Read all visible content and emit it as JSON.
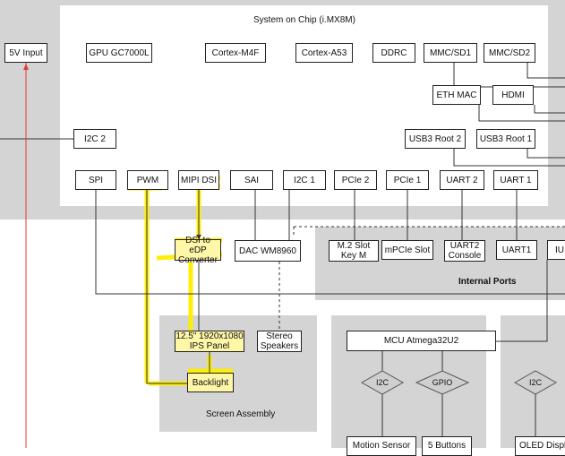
{
  "regions": {
    "soc_title": "System on Chip (i.MX8M)",
    "internal_ports_title": "Internal Ports",
    "screen_assembly_title": "Screen Assembly"
  },
  "blocks": {
    "power_input": "5V Input",
    "gpu": "GPU GC7000L",
    "cortex_m4f": "Cortex-M4F",
    "cortex_a53": "Cortex-A53",
    "ddrc": "DDRC",
    "mmc_sd1": "MMC/SD1",
    "mmc_sd2": "MMC/SD2",
    "eth_mac": "ETH MAC",
    "hdmi": "HDMI",
    "i2c_2": "I2C 2",
    "usb3_root_2": "USB3 Root 2",
    "usb3_root_1": "USB3 Root 1",
    "spi": "SPI",
    "pwm": "PWM",
    "mipi_dsi": "MIPI DSI",
    "sai": "SAI",
    "i2c_1": "I2C 1",
    "pcie_2": "PCIe 2",
    "pcie_1": "PCIe 1",
    "uart_2": "UART 2",
    "uart_1": "UART 1",
    "dsi_to_edp": "DSI to eDP\nConverter",
    "dac": "DAC WM8960",
    "m2_slot": "M.2 Slot\nKey M",
    "mpcie_slot": "mPCIe Slot",
    "uart2_console": "UART2\nConsole",
    "uart1_port": "UART1",
    "iu_cut": "IU",
    "panel": "12.5\" 1920x1080\nIPS Panel",
    "speakers": "Stereo\nSpeakers",
    "backlight": "Backlight",
    "mcu": "MCU Atmega32U2",
    "motion_sensor": "Motion Sensor",
    "buttons": "5 Buttons",
    "oled_display": "OLED Displa"
  },
  "diamonds": {
    "i2c_left": "I2C",
    "gpio": "GPIO",
    "i2c_right": "I2C"
  },
  "colors": {
    "region_gray": "#d4d4d4",
    "highlight": "#ffee00",
    "power_line": "#e53935",
    "diamond_fill": "#cfcfcf"
  }
}
